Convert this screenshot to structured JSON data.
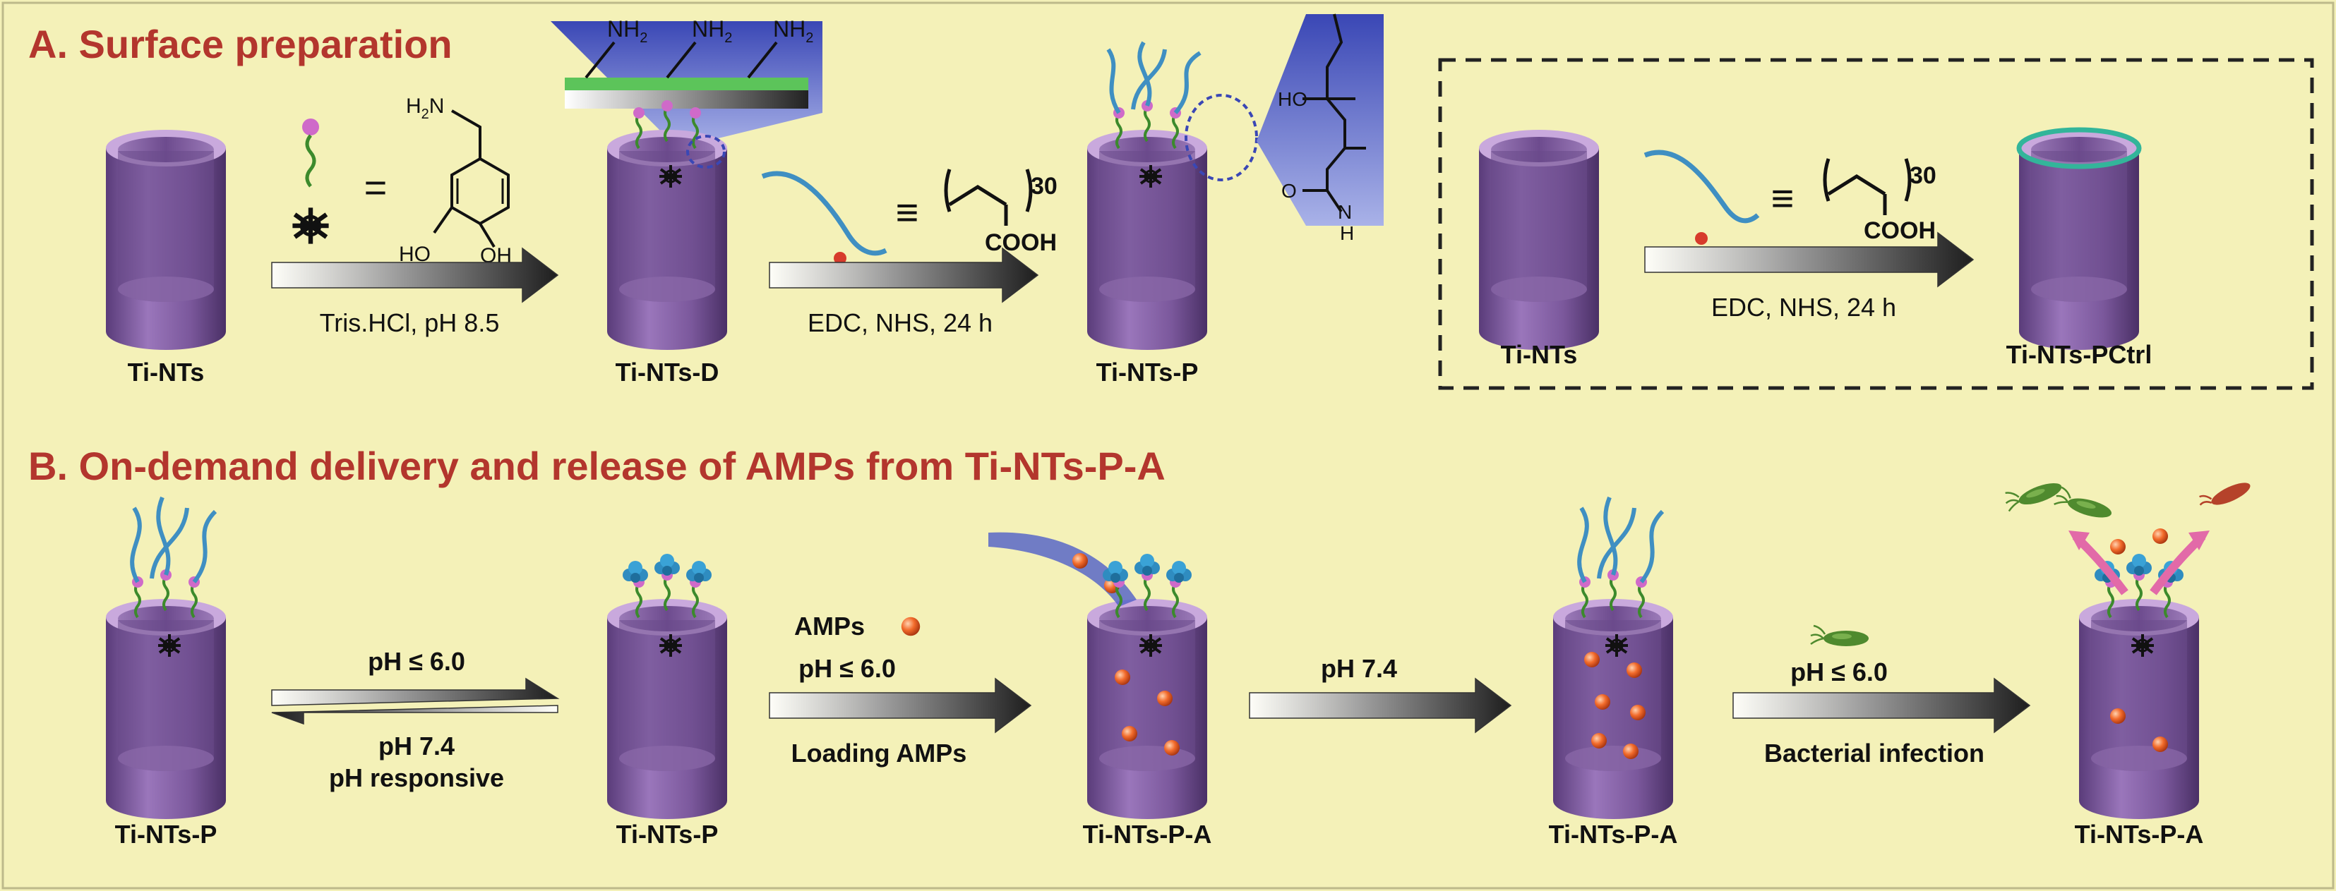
{
  "colors": {
    "panel_bg": "#f4f1b8",
    "heading": "#b3362d",
    "tube_body": "#7e5aa0",
    "tube_rim": "#c9a9dd",
    "polymer": "#3f8fc2",
    "linker": "#3c8a2c",
    "bead": "#cf6ac9",
    "amp": "#ef5b2a",
    "bacteria": "#4f8a2e",
    "arrow": "#2f2f2f"
  },
  "panel_a": {
    "heading": "A. Surface preparation",
    "labels": {
      "ti_nts": "Ti-NTs",
      "ti_nts_d": "Ti-NTs-D",
      "ti_nts_p": "Ti-NTs-P",
      "ti_nts_2": "Ti-NTs",
      "ti_nts_pctrl": "Ti-NTs-PCtrl"
    },
    "arrows": {
      "step1": "Tris.HCl, pH 8.5",
      "step2": "EDC, NHS, 24 h",
      "step3": "EDC, NHS, 24 h"
    },
    "chem": {
      "equiv": "≡",
      "equals": "=",
      "nh2": "NH",
      "sub2": "2",
      "h2n": "H",
      "oh": "HO",
      "oh2": "OH",
      "n30": "30",
      "cooh": "COOH",
      "inset_ho": "HO",
      "inset_o": "O",
      "inset_n": "N",
      "inset_h": "H"
    }
  },
  "panel_b": {
    "heading": "B. On-demand delivery and release of AMPs from Ti-NTs-P-A",
    "labels": {
      "s1": "Ti-NTs-P",
      "s2": "Ti-NTs-P",
      "s3": "Ti-NTs-P-A",
      "s4": "Ti-NTs-P-A",
      "s5": "Ti-NTs-P-A"
    },
    "arrows": {
      "fwd_top": "pH ≤ 6.0",
      "rev_bottom1": "pH 7.4",
      "rev_bottom2": "pH responsive",
      "load_top1": "AMPs",
      "load_top2": "pH ≤ 6.0",
      "load_bottom": "Loading AMPs",
      "neutral_top": "pH 7.4",
      "infect_top": "pH ≤ 6.0",
      "infect_bottom": "Bacterial infection"
    }
  }
}
